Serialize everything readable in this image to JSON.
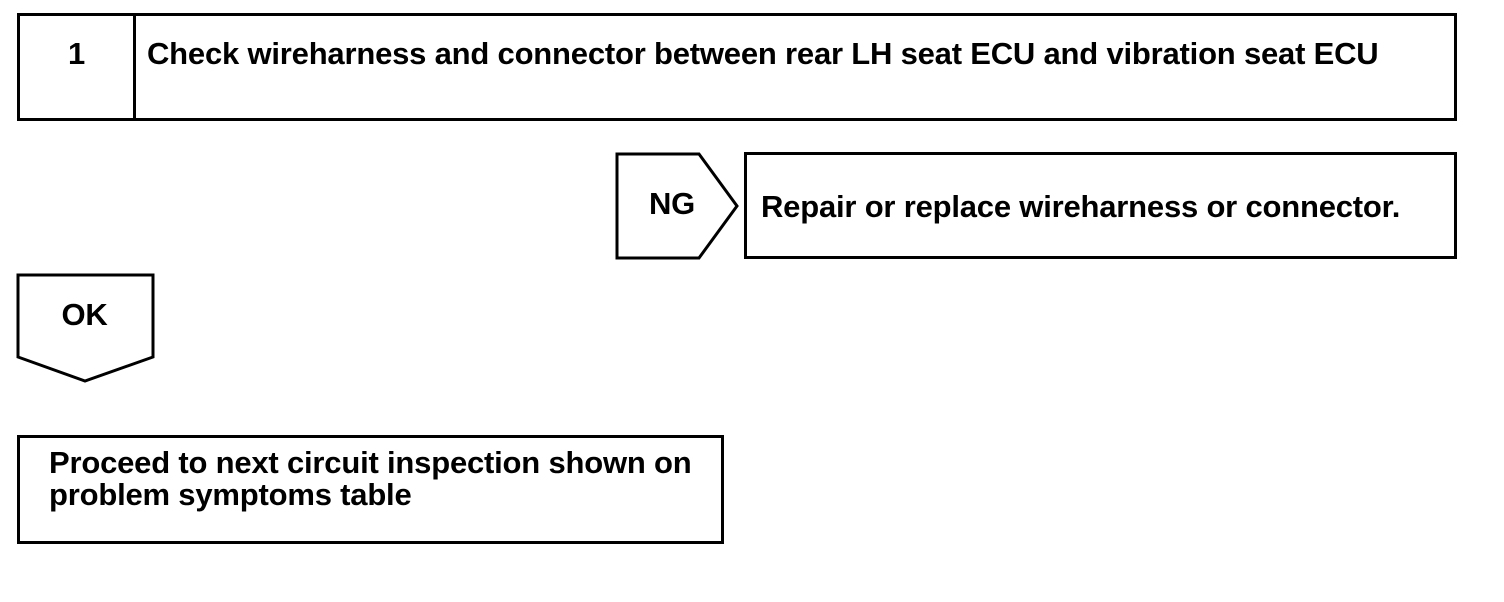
{
  "step": {
    "number": "1",
    "title": "Check wireharness and connector between rear LH seat ECU and vibration seat ECU"
  },
  "ng_branch": {
    "label": "NG",
    "action": "Repair or replace wireharness or connector."
  },
  "ok_branch": {
    "label": "OK"
  },
  "final_step": {
    "text": "Proceed to next circuit inspection shown on problem symptoms table"
  }
}
